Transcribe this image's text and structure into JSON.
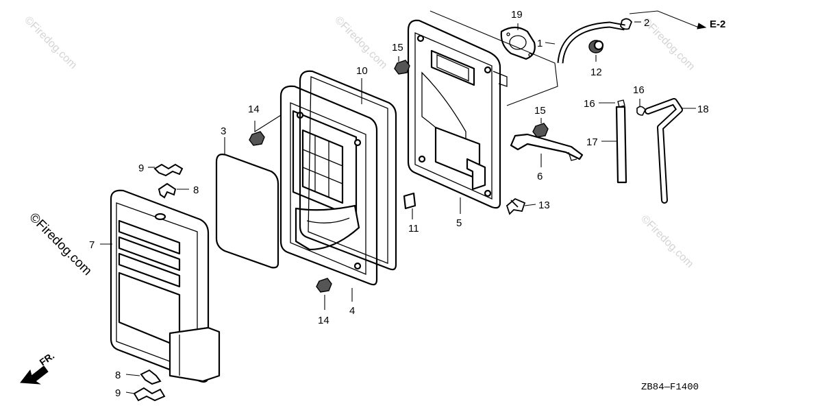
{
  "diagram_code": "ZB84—F1400",
  "ref_label": "E-2",
  "front_label": "FR.",
  "watermark": "©Firedog.com",
  "watermark_dark": "©Firedog.com",
  "callouts": {
    "c1": "1",
    "c2": "2",
    "c3": "3",
    "c4": "4",
    "c5": "5",
    "c6": "6",
    "c7": "7",
    "c8a": "8",
    "c8b": "8",
    "c9a": "9",
    "c9b": "9",
    "c10": "10",
    "c11": "11",
    "c12": "12",
    "c13": "13",
    "c14a": "14",
    "c14b": "14",
    "c15a": "15",
    "c15b": "15",
    "c16a": "16",
    "c16b": "16",
    "c17": "17",
    "c18": "18",
    "c19": "19"
  }
}
